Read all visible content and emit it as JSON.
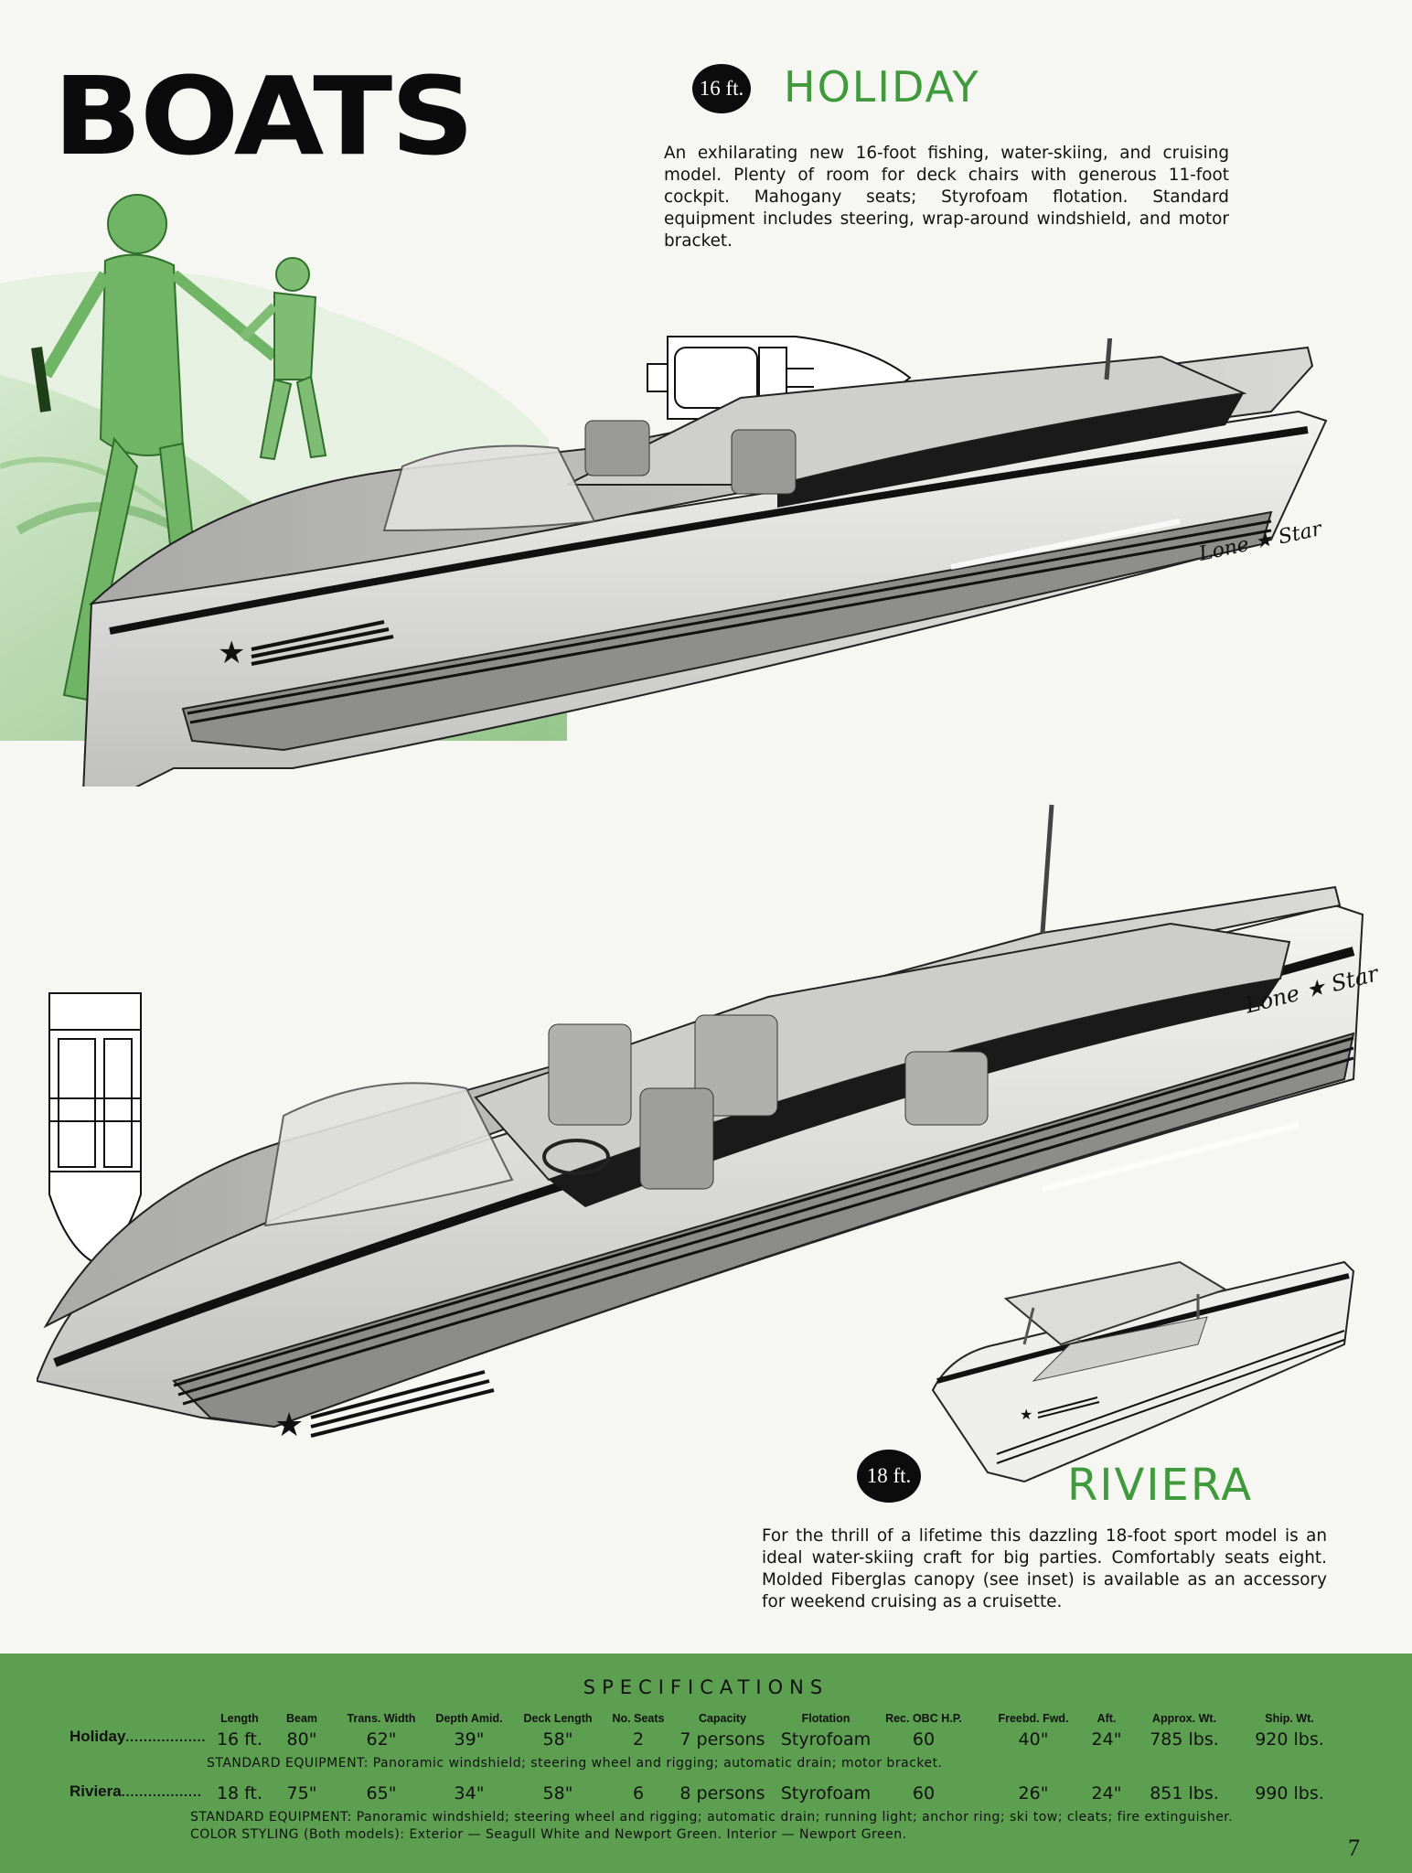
{
  "page": {
    "title": "BOATS",
    "page_number": "7"
  },
  "holiday": {
    "size": "16 ft.",
    "name": "HOLIDAY",
    "description": "An exhilarating new 16-foot fishing, water-skiing, and cruising model. Plenty of room for deck chairs with generous 11-foot cockpit. Mahogany seats; Styrofoam flotation. Standard equipment includes steering, wrap-around windshield, and motor bracket.",
    "hull_logo": "Lone ★ Star"
  },
  "riviera": {
    "size": "18 ft.",
    "name": "RIVIERA",
    "description": "For the thrill of a lifetime this dazzling 18-foot sport model is an ideal water-skiing craft for big parties. Comfortably seats eight. Molded Fiberglas canopy (see inset) is available as an accessory for weekend cruising as a cruisette.",
    "hull_logo": "Lone ★ Star"
  },
  "specifications": {
    "title": "SPECIFICATIONS",
    "headers": [
      "Length",
      "Beam",
      "Trans. Width",
      "Depth Amid.",
      "Deck Length",
      "No. Seats",
      "Capacity",
      "Flotation",
      "Rec. OBC H.P.",
      "Freebd. Fwd.",
      "Aft.",
      "Approx. Wt.",
      "Ship. Wt."
    ],
    "rows": [
      {
        "name": "Holiday",
        "dots": "..................",
        "values": [
          "16 ft.",
          "80\"",
          "62\"",
          "39\"",
          "58\"",
          "2",
          "7 persons",
          "Styrofoam",
          "60",
          "40\"",
          "24\"",
          "785 lbs.",
          "920 lbs."
        ],
        "equipment": "STANDARD EQUIPMENT: Panoramic windshield; steering wheel and rigging; automatic drain; motor bracket."
      },
      {
        "name": "Riviera",
        "dots": "..................",
        "values": [
          "18 ft.",
          "75\"",
          "65\"",
          "34\"",
          "58\"",
          "6",
          "8 persons",
          "Styrofoam",
          "60",
          "26\"",
          "24\"",
          "851 lbs.",
          "990 lbs."
        ],
        "equipment": "STANDARD EQUIPMENT: Panoramic windshield; steering wheel and rigging; automatic drain; running light; anchor ring; ski tow; cleats; fire extinguisher."
      }
    ],
    "color_styling": "COLOR STYLING (Both models): Exterior — Seagull White and Newport Green. Interior — Newport Green."
  },
  "colors": {
    "accent_green": "#3f9a3c",
    "spec_band": "#5c9f50",
    "illustration_green": "#8fc486"
  }
}
